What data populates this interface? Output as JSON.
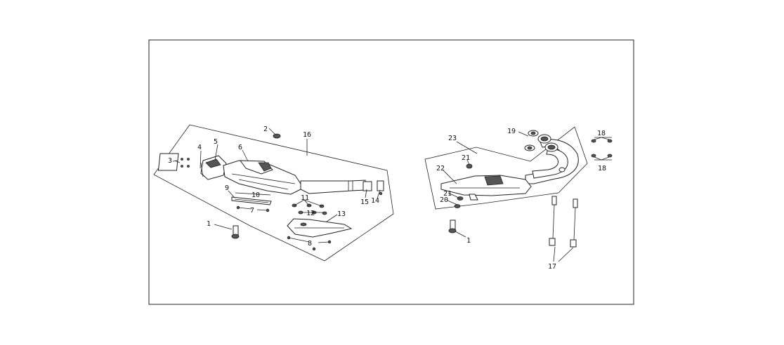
{
  "diagram": {
    "callouts": {
      "c1a": "1",
      "c2": "2",
      "c3": "3",
      "c4": "4",
      "c5": "5",
      "c6": "6",
      "c7": "7",
      "c8": "8",
      "c9": "9",
      "c10": "10",
      "c11": "11",
      "c12": "12",
      "c13": "13",
      "c14": "14",
      "c15": "15",
      "c16": "16",
      "c17": "17",
      "c18a": "18",
      "c18b": "18",
      "c19": "19",
      "c20": "20",
      "c21a": "21",
      "c21b": "21",
      "c22": "22",
      "c23": "23",
      "c1b": "1"
    }
  }
}
